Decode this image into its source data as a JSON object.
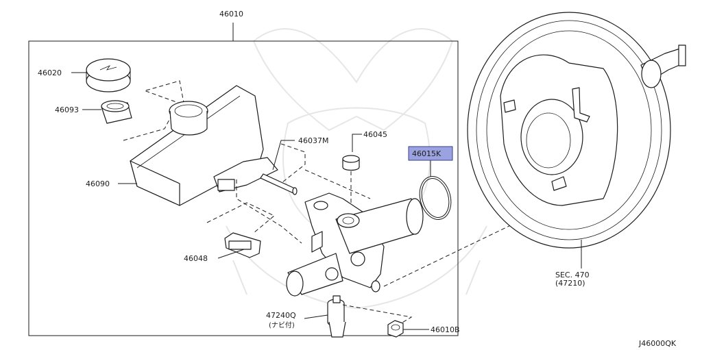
{
  "diagram_code": "J46000QK",
  "parts": [
    {
      "id": "group",
      "label": "46010"
    },
    {
      "id": "cap",
      "label": "46020"
    },
    {
      "id": "seal",
      "label": "46093"
    },
    {
      "id": "reservoir",
      "label": "46090"
    },
    {
      "id": "pin",
      "label": "46037M"
    },
    {
      "id": "grommet",
      "label": "46045"
    },
    {
      "id": "oring",
      "label": "46015K",
      "highlighted": true
    },
    {
      "id": "sensor",
      "label": "46048"
    },
    {
      "id": "valve",
      "label": "47240Q"
    },
    {
      "id": "valve_note",
      "label": "(ナビ付)"
    },
    {
      "id": "nut",
      "label": "46010B"
    },
    {
      "id": "booster",
      "label": "SEC. 470"
    },
    {
      "id": "booster_ref",
      "label": "(47210)"
    }
  ],
  "colors": {
    "highlight": "#9aa2df",
    "line": "#1a1a1a",
    "watermark": "#e6e6e6"
  }
}
